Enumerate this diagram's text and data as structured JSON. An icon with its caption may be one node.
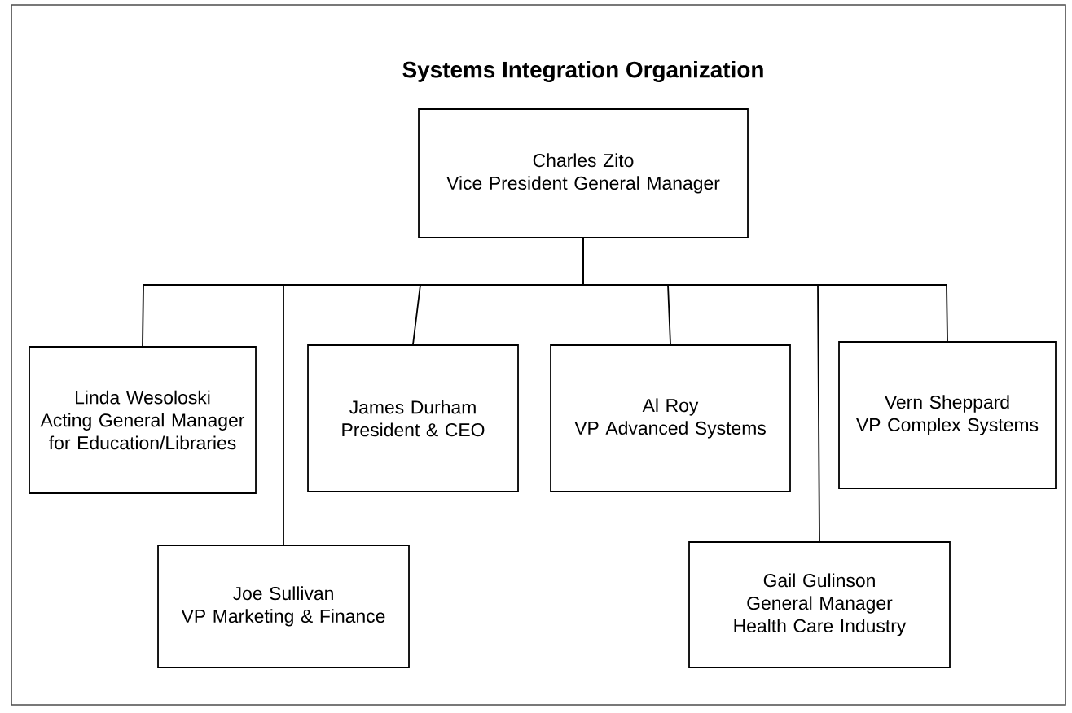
{
  "diagram": {
    "title": "Systems Integration Organization",
    "nodes": [
      {
        "text": [
          "Charles Zito",
          "Vice President General Manager"
        ]
      },
      {
        "text": [
          "Linda Wesoloski",
          "Acting General Manager for Education/Libraries"
        ]
      },
      {
        "text": [
          "Joe Sullivan",
          "VP Marketing & Finance"
        ]
      },
      {
        "text": [
          "James Durham",
          "President & CEO"
        ]
      },
      {
        "text": [
          "Al Roy",
          "VP Advanced Systems"
        ]
      },
      {
        "text": [
          "Gail Gulinson",
          "General Manager Health Care Industry"
        ]
      },
      {
        "text": [
          "Vern Sheppard",
          "VP Complex Systems"
        ]
      }
    ],
    "edges": [
      {
        "from": 0,
        "to": 1,
        "arrow": "none"
      },
      {
        "from": 0,
        "to": 2,
        "arrow": "none"
      },
      {
        "from": 0,
        "to": 3,
        "arrow": "none"
      },
      {
        "from": 0,
        "to": 4,
        "arrow": "none"
      },
      {
        "from": 0,
        "to": 5,
        "arrow": "none"
      },
      {
        "from": 0,
        "to": 6,
        "arrow": "none"
      }
    ]
  }
}
